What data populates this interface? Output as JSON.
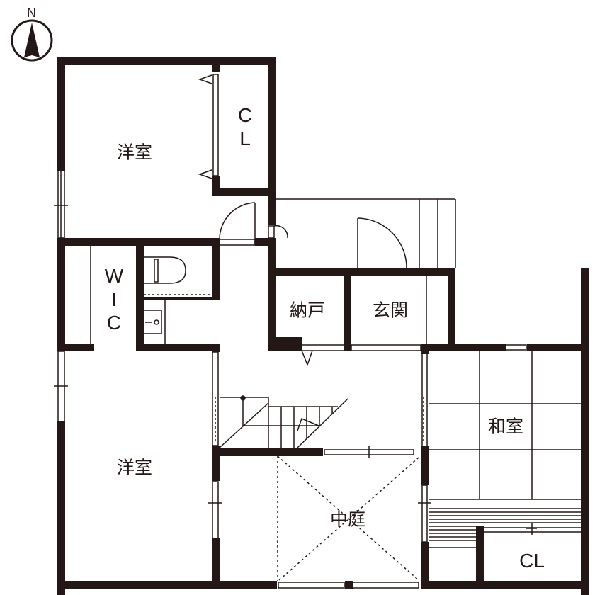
{
  "plan": {
    "compass": {
      "label": "N"
    },
    "wall_color": "#231815",
    "rooms": {
      "bedroom_north": "洋室",
      "closet_north_c": "C",
      "closet_north_l": "L",
      "wic_w": "W",
      "wic_i": "I",
      "wic_c": "C",
      "storage": "納戸",
      "entrance": "玄関",
      "japanese_room": "和室",
      "bedroom_south": "洋室",
      "courtyard": "中庭",
      "closet_south": "CL"
    }
  }
}
